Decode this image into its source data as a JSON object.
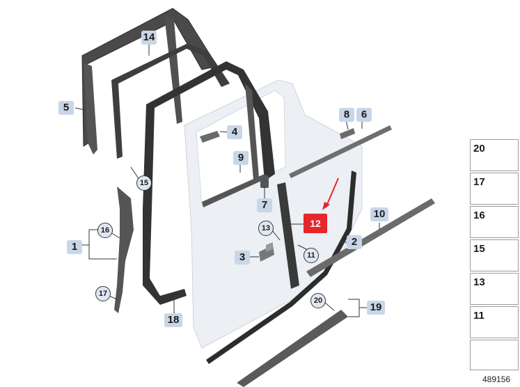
{
  "callouts": {
    "c1": "1",
    "c2": "2",
    "c3": "3",
    "c4": "4",
    "c5": "5",
    "c6": "6",
    "c7": "7",
    "c8": "8",
    "c9": "9",
    "c10": "10",
    "c11": "11",
    "c12": "12",
    "c13": "13",
    "c14": "14",
    "c15": "15",
    "c16": "16",
    "c17": "17",
    "c18": "18",
    "c19": "19",
    "c20": "20"
  },
  "selected_part": "12",
  "highlight_color": "#e5262b",
  "label_bg_color": "#c9d6e8",
  "side_panel": [
    "20",
    "17",
    "16",
    "15",
    "13",
    "11"
  ],
  "diagram_number": "489156"
}
